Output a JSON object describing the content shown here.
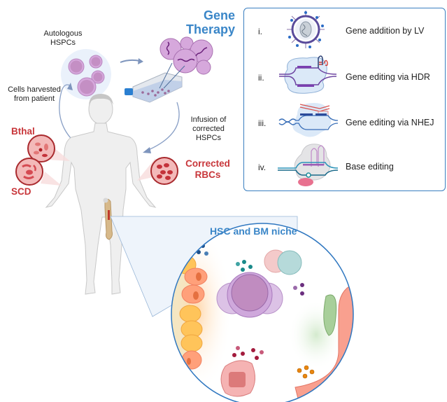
{
  "header": {
    "title_line1": "Gene",
    "title_line2": "Therapy"
  },
  "workflow": {
    "autologous_line1": "Autologous",
    "autologous_line2": "HSPCs",
    "harvest_line1": "Cells harvested",
    "harvest_line2": "from patient",
    "infusion_line1": "Infusion of",
    "infusion_line2": "corrected",
    "infusion_line3": "HSPCs"
  },
  "disease_labels": {
    "bthal": "Bthal",
    "scd": "SCD",
    "corrected_line1": "Corrected",
    "corrected_line2": "RBCs"
  },
  "strategies": {
    "items": [
      {
        "numeral": "i.",
        "label": "Gene addition by LV",
        "icon": "lentivirus-icon"
      },
      {
        "numeral": "ii.",
        "label": "Gene editing via HDR",
        "icon": "hdr-editing-icon"
      },
      {
        "numeral": "iii.",
        "label": "Gene editing via NHEJ",
        "icon": "nhej-editing-icon"
      },
      {
        "numeral": "iv.",
        "label": "Base editing",
        "icon": "base-editor-icon"
      }
    ]
  },
  "niche": {
    "title": "HSC and BM niche"
  },
  "colors": {
    "accent_blue": "#3a86c8",
    "disease_red": "#c8363a",
    "hspc_purple": "#c48fc4"
  }
}
